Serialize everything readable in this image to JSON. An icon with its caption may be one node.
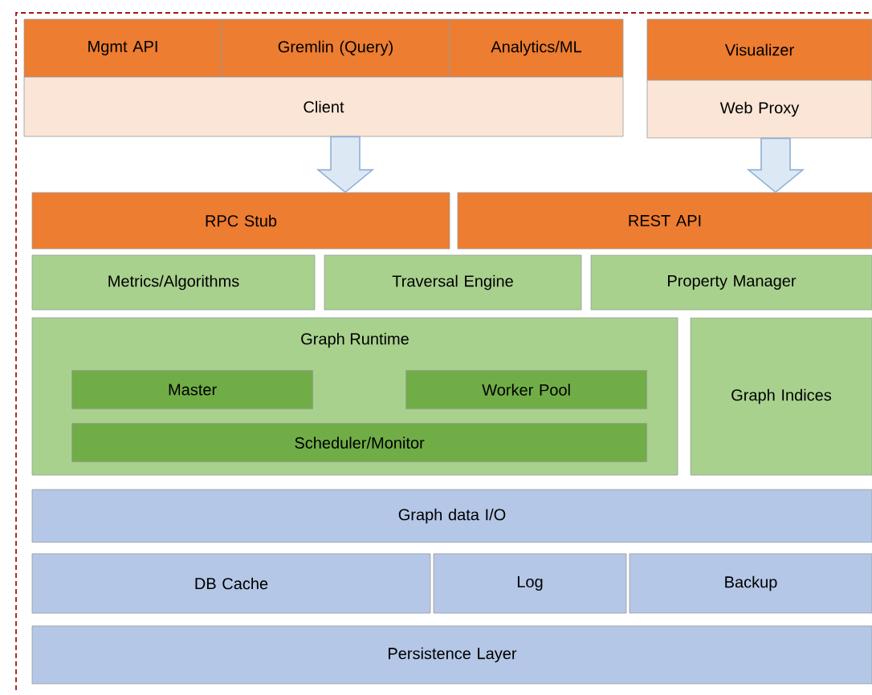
{
  "diagram": {
    "nodes": [
      {
        "text": [
          "Mgmt API"
        ]
      },
      {
        "text": [
          "Gremlin (Query)"
        ]
      },
      {
        "text": [
          "Analytics/ML"
        ]
      },
      {
        "text": [
          "Client"
        ]
      },
      {
        "text": [
          "Visualizer"
        ]
      },
      {
        "text": [
          "Web Proxy"
        ]
      },
      {
        "text": [
          "RPC Stub"
        ]
      },
      {
        "text": [
          "REST API"
        ]
      },
      {
        "text": [
          "Metrics/Algorithms"
        ]
      },
      {
        "text": [
          "Traversal Engine"
        ]
      },
      {
        "text": [
          "Property Manager"
        ]
      },
      {
        "text": [
          "Graph Runtime"
        ]
      },
      {
        "text": [
          "Master"
        ],
        "in": 11
      },
      {
        "text": [
          "Worker Pool"
        ],
        "in": 11
      },
      {
        "text": [
          "Scheduler/Monitor"
        ],
        "in": 11
      },
      {
        "text": [
          "Graph Indices"
        ]
      },
      {
        "text": [
          "Graph data I/O"
        ]
      },
      {
        "text": [
          "DB Cache"
        ]
      },
      {
        "text": [
          "Log"
        ]
      },
      {
        "text": [
          "Backup"
        ]
      },
      {
        "text": [
          "Persistence Layer"
        ]
      }
    ],
    "edges": [
      {
        "from": 3,
        "to": 6,
        "arrow": "to"
      },
      {
        "from": 5,
        "to": 7,
        "arrow": "to"
      }
    ]
  }
}
